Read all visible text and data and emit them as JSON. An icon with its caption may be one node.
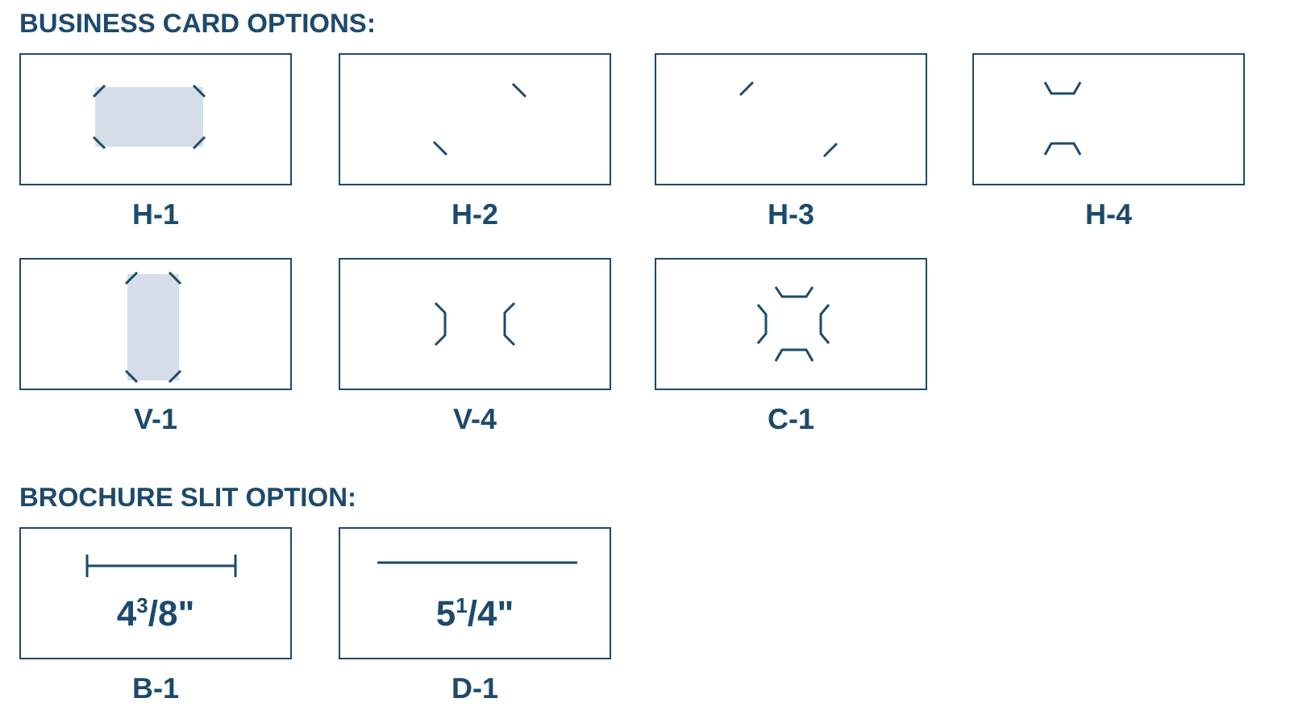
{
  "diagram": {
    "nodes": [
      {
        "text": [
          "H-1"
        ]
      },
      {
        "text": [
          "H-2"
        ]
      },
      {
        "text": [
          "H-3"
        ]
      },
      {
        "text": [
          "H-4"
        ]
      },
      {
        "text": [
          "V-1"
        ]
      },
      {
        "text": [
          "V-4"
        ]
      },
      {
        "text": [
          "C-1"
        ]
      },
      {
        "text": [
          "4$^{3}$/8\"",
          "B-1"
        ]
      },
      {
        "text": [
          "5$^{1}$/4\"",
          "D-1"
        ]
      }
    ],
    "labels": [
      "BUSINESS CARD OPTIONS:",
      "BROCHURE SLIT OPTION:"
    ]
  }
}
